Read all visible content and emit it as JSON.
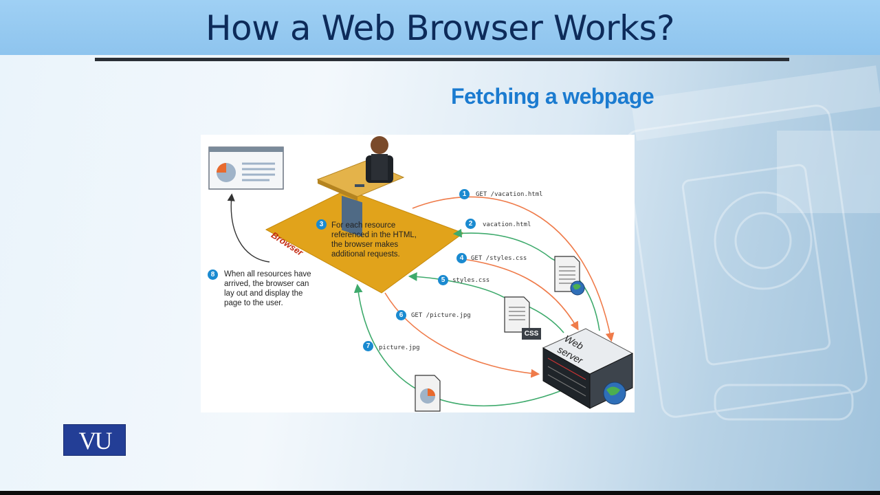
{
  "slide": {
    "title": "How a Web Browser Works?",
    "subtitle": "Fetching a webpage",
    "logo_text": "VU"
  },
  "diagram": {
    "browser_label": "Browser",
    "server_label_line1": "Web",
    "server_label_line2": "server",
    "css_label": "CSS",
    "steps": [
      {
        "num": "1",
        "text": "GET /vacation.html"
      },
      {
        "num": "2",
        "text": "vacation.html"
      },
      {
        "num": "3",
        "text": "For each resource\nreferenced in the HTML,\nthe browser makes\nadditional requests."
      },
      {
        "num": "4",
        "text": "GET /styles.css"
      },
      {
        "num": "5",
        "text": "styles.css"
      },
      {
        "num": "6",
        "text": "GET /picture.jpg"
      },
      {
        "num": "7",
        "text": "picture.jpg"
      },
      {
        "num": "8",
        "text": "When all resources have\narrived, the browser can\nlay out and display the\npage to the user."
      }
    ]
  },
  "colors": {
    "title_bar": "#8ec4ee",
    "title_text": "#0d2b5a",
    "subtitle": "#1b7bd0",
    "browser_diamond": "#e1a31b",
    "request_arrow": "#ef7b4a",
    "response_arrow": "#3eaa6c",
    "step_badge": "#1a8ad0",
    "logo_bg": "#233e96"
  }
}
